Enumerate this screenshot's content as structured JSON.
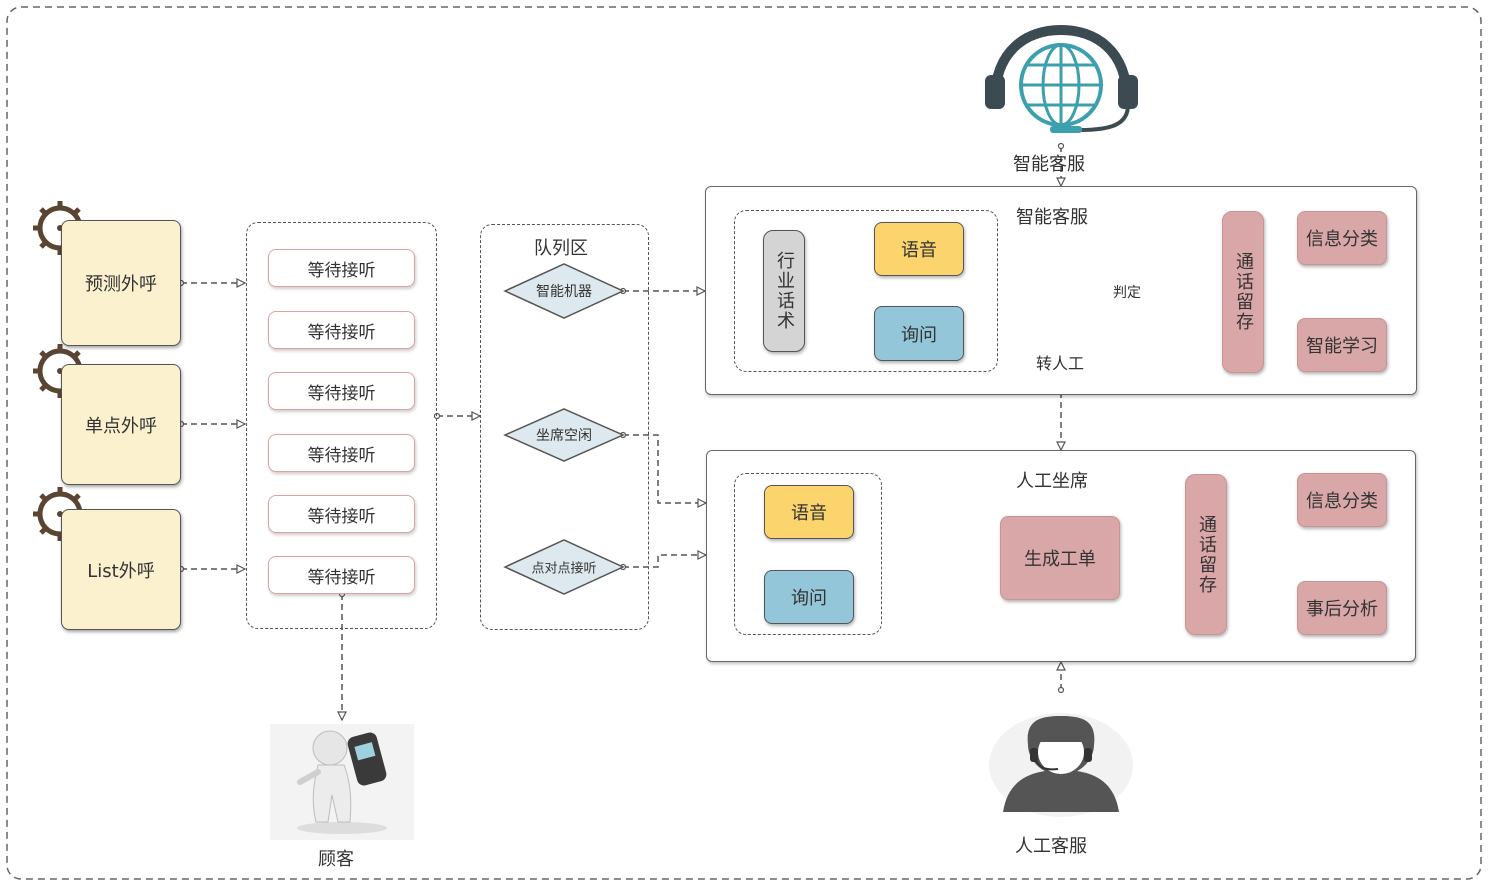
{
  "sources": [
    {
      "label": "预测外呼"
    },
    {
      "label": "单点外呼"
    },
    {
      "label": "List外呼"
    }
  ],
  "wait_items": [
    "等待接听",
    "等待接听",
    "等待接听",
    "等待接听",
    "等待接听",
    "等待接听"
  ],
  "customer_label": "顾客",
  "queue": {
    "title": "队列区",
    "items": [
      "智能机器",
      "坐席空闲",
      "点对点接听"
    ]
  },
  "ai_service": {
    "top_label": "智能客服",
    "panel_title": "智能客服",
    "script_label": "行业话术",
    "voice_label": "语音",
    "inquiry_label": "询问",
    "judge_label": "判定",
    "transfer_label": "转人工",
    "record_label": "通话留存",
    "out1": "信息分类",
    "out2": "智能学习"
  },
  "human_service": {
    "panel_title": "人工坐席",
    "voice_label": "语音",
    "inquiry_label": "询问",
    "ticket_label": "生成工单",
    "record_label": "通话留存",
    "out1": "信息分类",
    "out2": "事后分析",
    "bottom_label": "人工客服"
  },
  "colors": {
    "source_fill": "#fbf1cf",
    "voice_fill": "#fbd46d",
    "inquiry_fill": "#93c6d8",
    "rose_fill": "#d9a7a7",
    "diamond_fill": "#dde9ee"
  }
}
